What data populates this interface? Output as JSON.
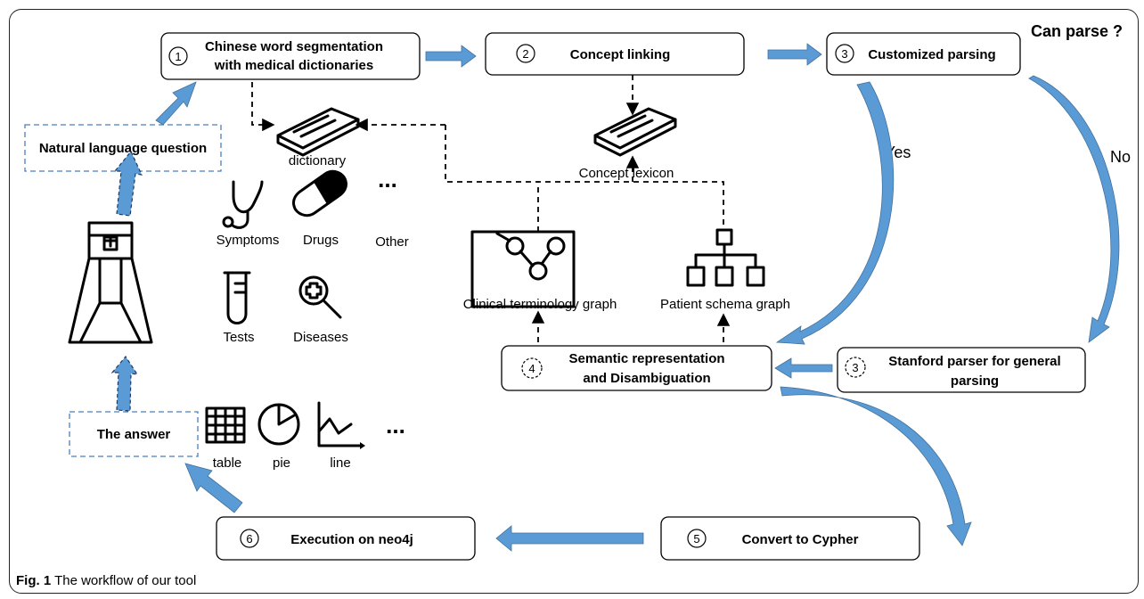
{
  "steps": {
    "step1": {
      "num": "1",
      "line1": "Chinese word segmentation",
      "line2": "with medical dictionaries"
    },
    "step2": {
      "num": "2",
      "label": "Concept linking"
    },
    "step3a": {
      "num": "3",
      "label": "Customized parsing"
    },
    "step3b": {
      "num": "3",
      "line1": "Stanford parser for general",
      "line2": "parsing"
    },
    "step4": {
      "num": "4",
      "line1": "Semantic representation",
      "line2": "and Disambiguation"
    },
    "step5": {
      "num": "5",
      "label": "Convert to Cypher"
    },
    "step6": {
      "num": "6",
      "label": "Execution on neo4j"
    }
  },
  "question_box": "Natural language question",
  "answer_box": "The answer",
  "can_parse": "Can parse ?",
  "yes_label": "Yes",
  "no_label": "No",
  "dictionary_label": "dictionary",
  "lexicon_label": "Concept  lexicon",
  "categories": [
    "Symptoms",
    "Drugs",
    "Other",
    "Tests",
    "Diseases"
  ],
  "ellipsis": "...",
  "answer_types": [
    "table",
    "pie",
    "line"
  ],
  "graphs": {
    "clinical": "Clinical  terminology graph",
    "patient": "Patient schema graph"
  },
  "caption": {
    "label": "Fig. 1",
    "text": " The workflow of our tool"
  },
  "colors": {
    "arrow_fill": "#5b9bd5",
    "dashed_box_border": "#4a7fbf"
  }
}
